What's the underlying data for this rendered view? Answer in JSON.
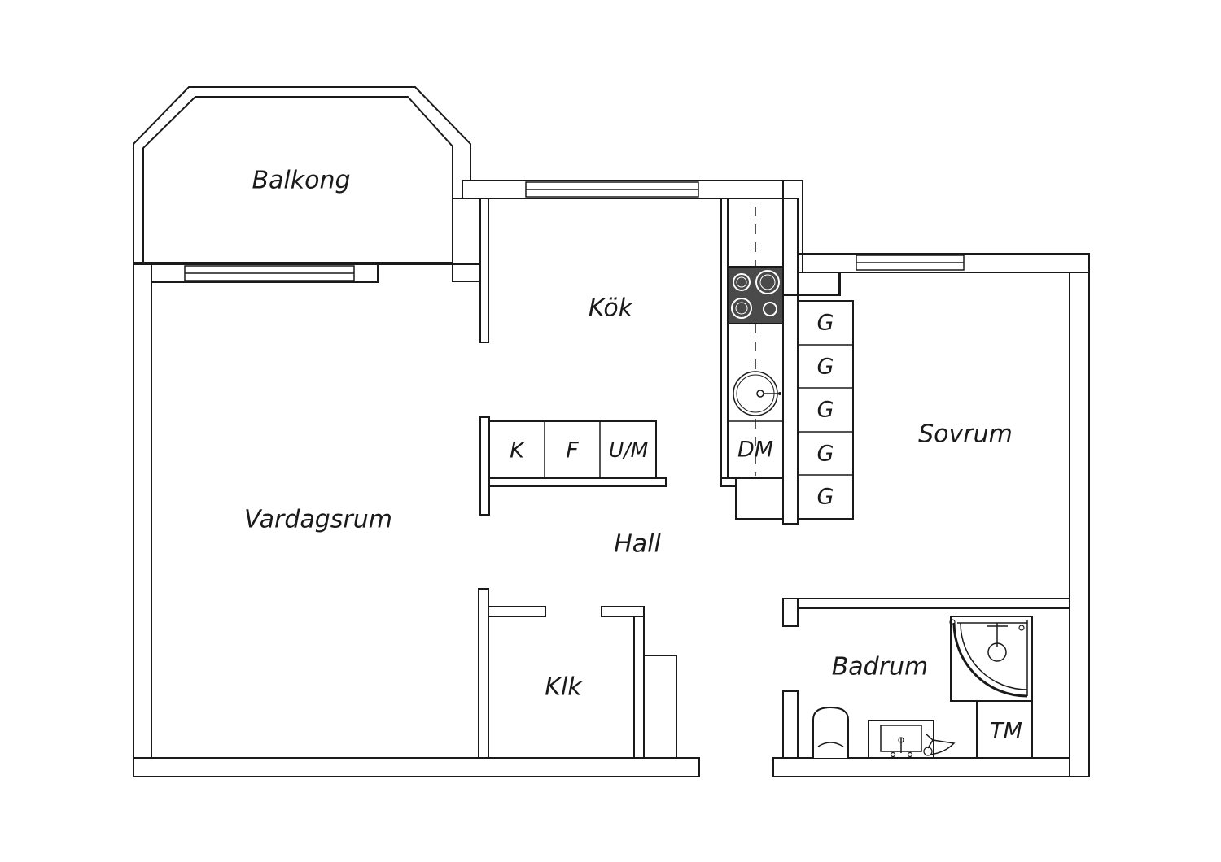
{
  "rooms": {
    "balkong": "Balkong",
    "kok": "Kök",
    "vardagsrum": "Vardagsrum",
    "hall": "Hall",
    "sovrum": "Sovrum",
    "klk": "Klk",
    "badrum": "Badrum"
  },
  "kitchen_units": {
    "k": "K",
    "f": "F",
    "um": "U/M",
    "dm": "DM"
  },
  "wardrobes": [
    "G",
    "G",
    "G",
    "G",
    "G"
  ],
  "bathroom_units": {
    "tm": "TM"
  },
  "icons": {
    "stove": "stove-icon",
    "sink": "kitchen-sink-icon",
    "shower": "shower-icon",
    "toilet": "toilet-icon",
    "washbasin": "washbasin-icon"
  },
  "colors": {
    "line": "#1a1a1a",
    "stove": "#4a4a4a",
    "background": "#ffffff"
  }
}
